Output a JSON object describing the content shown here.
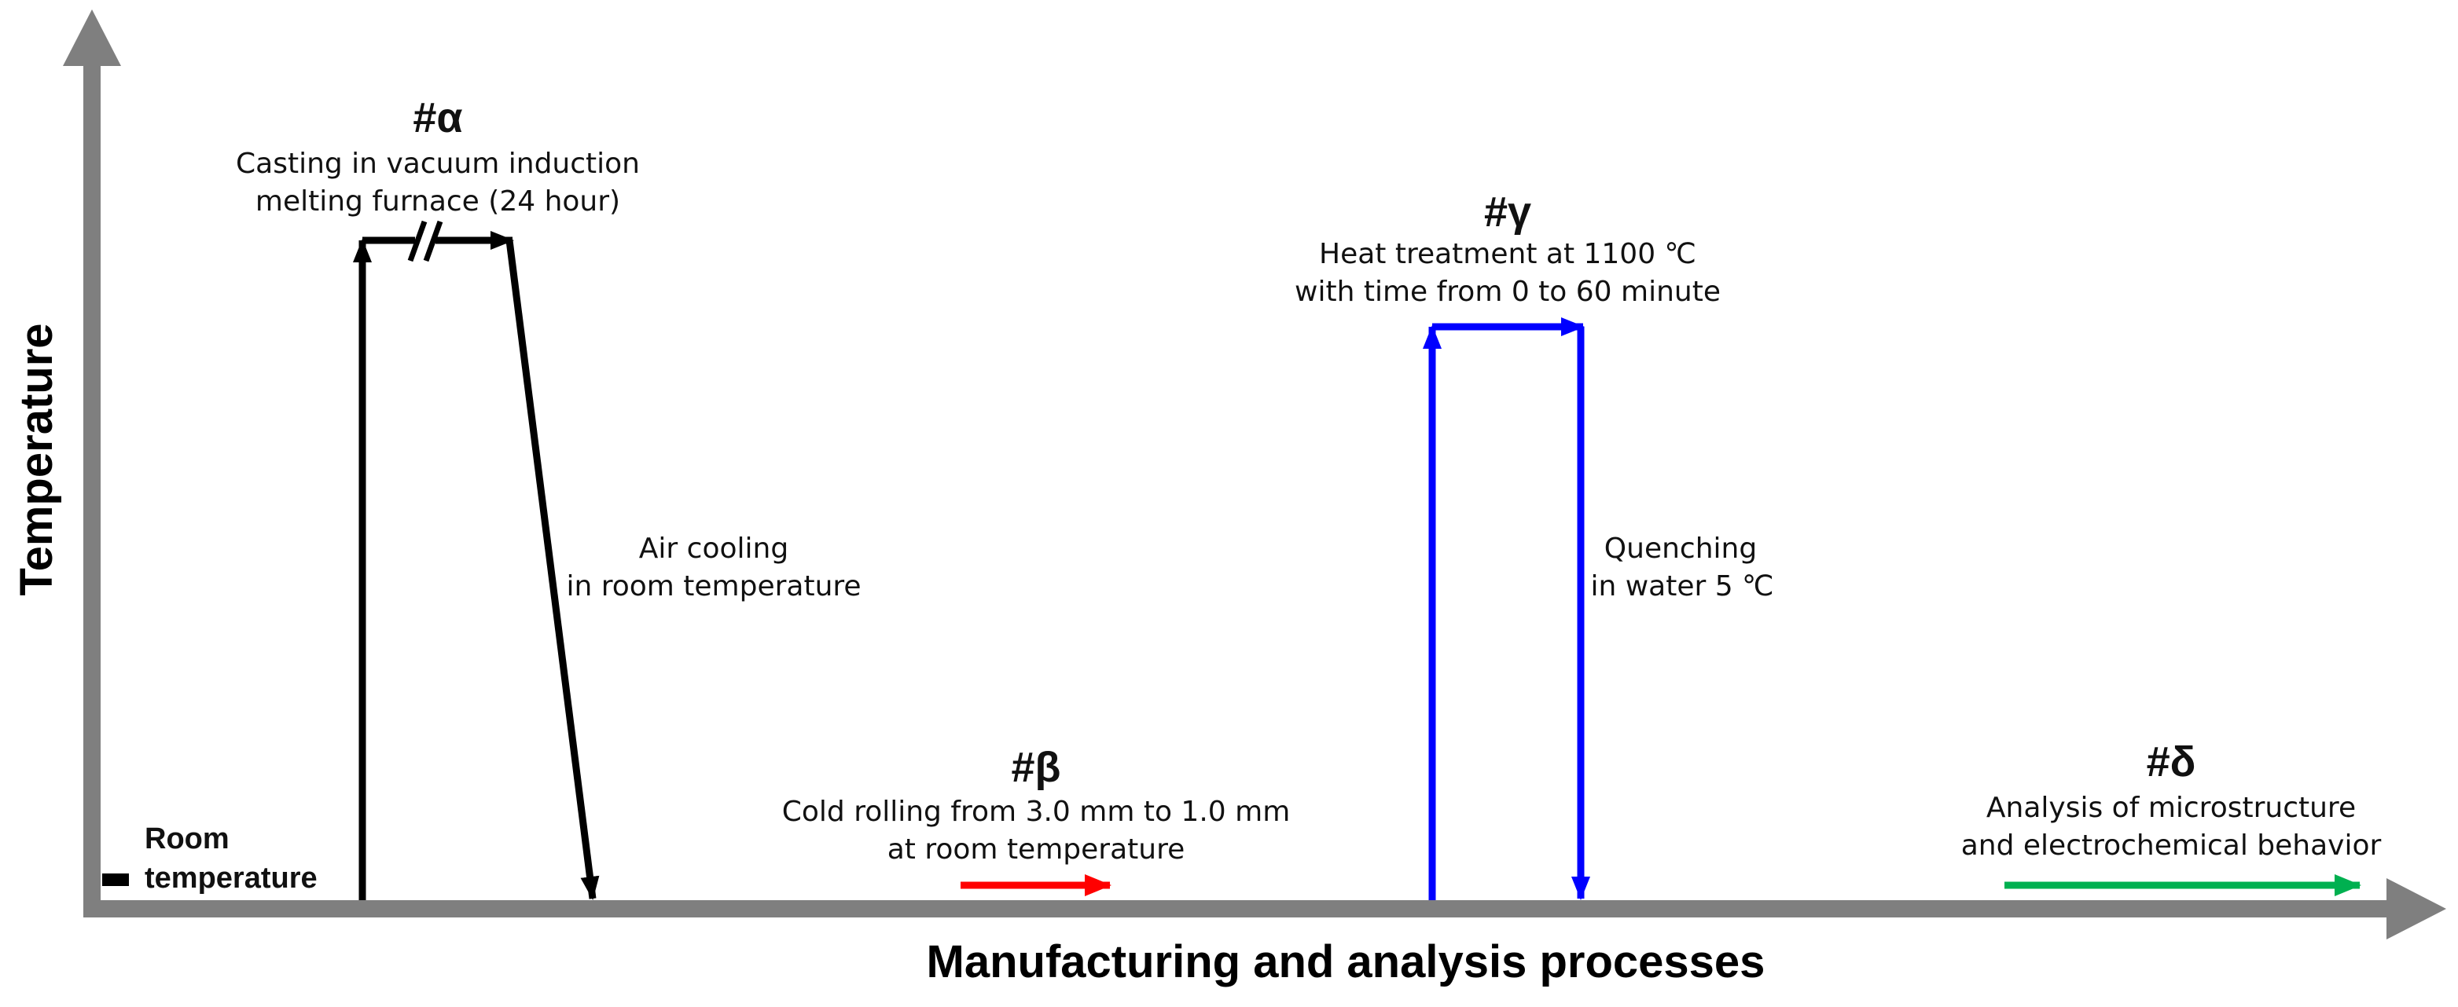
{
  "axes": {
    "y_title": "Temperature",
    "x_title": "Manufacturing and analysis processes",
    "axis_color": "#7f7f7f"
  },
  "room_temperature": {
    "line1": "Room",
    "line2": "temperature"
  },
  "steps": {
    "alpha": {
      "marker": "#α",
      "line1": "Casting in vacuum induction",
      "line2": "melting furnace (24 hour)",
      "color": "#000000"
    },
    "air_cooling": {
      "line1": "Air cooling",
      "line2": "in room temperature"
    },
    "beta": {
      "marker": "#β",
      "line1": "Cold rolling from 3.0 mm to 1.0 mm",
      "line2": "at room temperature",
      "color": "#ff0000"
    },
    "gamma": {
      "marker": "#γ",
      "line1": "Heat treatment at 1100 ℃",
      "line2": "with time from 0 to 60 minute",
      "color": "#0000ff"
    },
    "quenching": {
      "line1": "Quenching",
      "line2": "in water 5 ℃"
    },
    "delta": {
      "marker": "#δ",
      "line1": "Analysis of microstructure",
      "line2": "and electrochemical behavior",
      "color": "#00b050"
    }
  }
}
